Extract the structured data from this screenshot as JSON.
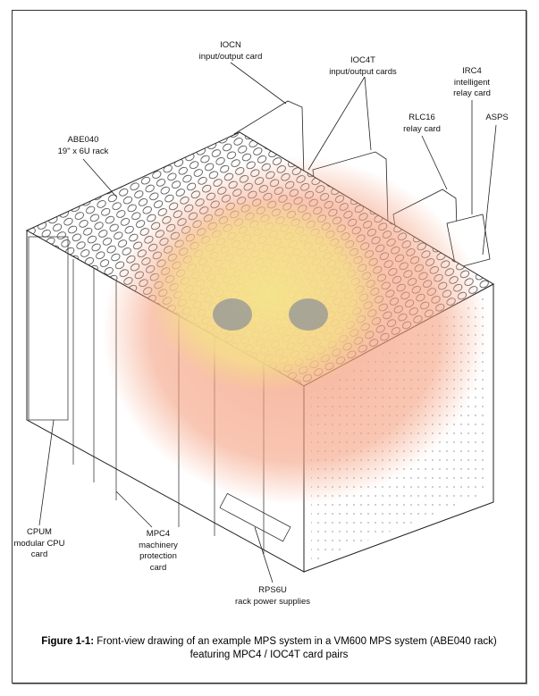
{
  "labels": {
    "iocn": {
      "name": "IOCN",
      "desc": "input/output card"
    },
    "ioc4t": {
      "name": "IOC4T",
      "desc": "input/output cards"
    },
    "irc4": {
      "name": "IRC4",
      "desc1": "intelligent",
      "desc2": "relay card"
    },
    "rlc16": {
      "name": "RLC16",
      "desc": "relay card"
    },
    "asps": {
      "name": "ASPS"
    },
    "abe040": {
      "name": "ABE040",
      "desc": "19\" x 6U rack"
    },
    "cpum": {
      "name": "CPUM",
      "desc1": "modular CPU",
      "desc2": "card"
    },
    "mpc4": {
      "name": "MPC4",
      "desc1": "machinery",
      "desc2": "protection",
      "desc3": "card"
    },
    "rps6u": {
      "name": "RPS6U",
      "desc": "rack power supplies"
    }
  },
  "caption": {
    "prefix": "Figure 1-1:",
    "line1": "Front-view drawing of an example MPS system in a VM600 MPS system (ABE040 rack)",
    "line2": "featuring MPC4 / IOC4T card pairs"
  },
  "colors": {
    "heat_outer": "#f4a080",
    "heat_inner": "#f6e08a",
    "heat_spot": "#8a8f99"
  }
}
